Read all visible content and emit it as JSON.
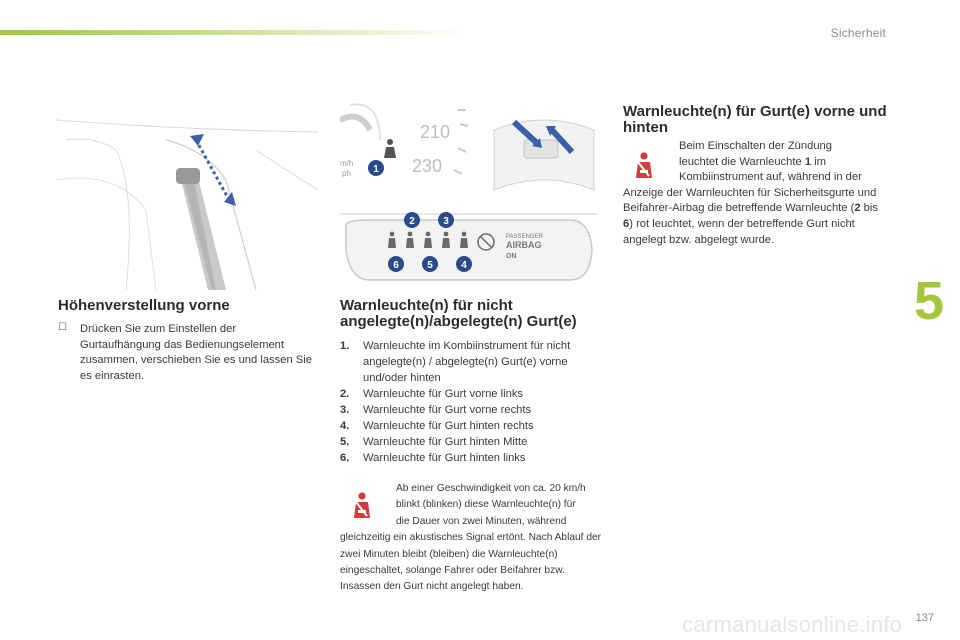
{
  "header": {
    "section": "Sicherheit"
  },
  "chapter_number": "5",
  "footer": {
    "page_number": "137",
    "watermark": "carmanualsonline.info"
  },
  "illustration_dash": {
    "speed_marks": [
      "210",
      "230"
    ],
    "unit_lines": [
      "m/h",
      "ph"
    ],
    "callout_1": "1"
  },
  "illustration_panel": {
    "callouts_top": [
      "2",
      "3"
    ],
    "callouts_bottom": [
      "6",
      "5",
      "4"
    ],
    "passenger_label": "PASSENGER",
    "airbag_label": "AIRBAG",
    "on_label": "ON"
  },
  "left": {
    "title": "Höhenverstellung vorne",
    "bullet": "",
    "text": "Drücken Sie zum Einstellen der Gurtaufhängung das Bedienungselement zusammen, verschieben Sie es und lassen Sie es einrasten."
  },
  "middle": {
    "title": "Warnleuchte(n) für nicht angelegte(n)/abgelegte(n) Gurt(e)",
    "items": [
      {
        "n": "1.",
        "text": "Warnleuchte im Kombiinstrument für nicht angelegte(n) / abgelegte(n) Gurt(e) vorne und/oder hinten"
      },
      {
        "n": "2.",
        "text": "Warnleuchte für Gurt vorne links"
      },
      {
        "n": "3.",
        "text": "Warnleuchte für Gurt vorne rechts"
      },
      {
        "n": "4.",
        "text": "Warnleuchte für Gurt hinten rechts"
      },
      {
        "n": "5.",
        "text": "Warnleuchte für Gurt hinten Mitte"
      },
      {
        "n": "6.",
        "text": "Warnleuchte für Gurt hinten links"
      }
    ],
    "note_lines_indented": [
      "Ab einer Geschwindigkeit von ca. 20 km/h",
      "blinkt (blinken) diese Warnleuchte(n) für",
      "die Dauer von zwei Minuten, während"
    ],
    "note_rest": "gleichzeitig ein akustisches Signal ertönt. Nach Ablauf der zwei Minuten bleibt (bleiben) die Warnleuchte(n) eingeschaltet, solange Fahrer oder Beifahrer bzw. Insassen den Gurt nicht angelegt haben."
  },
  "right": {
    "title": "Warnleuchte(n) für Gurt(e) vorne und hinten",
    "lines_indented": [
      "Beim Einschalten der Zündung",
      "leuchtet die Warnleuchte",
      "Kombiinstrument auf, während in der"
    ],
    "ref1": "1",
    "im": "im",
    "rest_a": "Anzeige der Warnleuchten für Sicherheitsgurte und Beifahrer-Airbag die betreffende Warnleuchte (",
    "ref2": "2",
    "bis": " bis ",
    "ref6": "6",
    "rest_b": ") rot leuchtet, wenn der betreffende Gurt nicht angelegt bzw. abgelegt wurde."
  },
  "colors": {
    "accent_green": "#a3c63c",
    "warning_red": "#d63a3a",
    "callout_blue": "#2a4a8c",
    "arrow_blue": "#3b5fa8"
  }
}
